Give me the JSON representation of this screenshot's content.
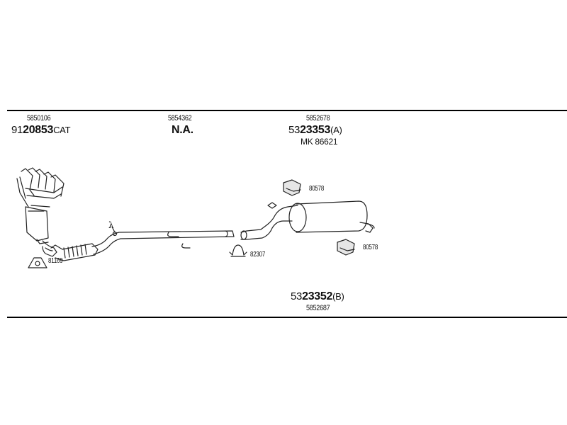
{
  "labels": {
    "cat_ref": "5850106",
    "cat_prefix": "91",
    "cat_bold": "20853",
    "cat_suffix": "CAT",
    "mid_ref": "5854362",
    "mid_main": "N.A.",
    "rear_ref": "5852678",
    "rear_prefix": "53",
    "rear_bold": "23353",
    "rear_suffix": "(A)",
    "mk": "MK  86621",
    "bottom_prefix": "53",
    "bottom_bold": "23352",
    "bottom_suffix": "(B)",
    "bottom_ref": "5852687",
    "gasket": "81169",
    "clamp": "82307",
    "hanger_top": "80578",
    "hanger_bottom": "80578",
    "lambda": "λ"
  }
}
